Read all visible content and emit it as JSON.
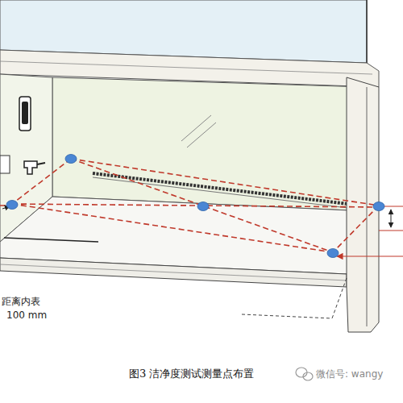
{
  "diagram": {
    "caption": "图3 洁净度测试测量点布置",
    "labels": [
      "距离内表",
      "100 mm",
      "微信号: wangy"
    ]
  }
}
